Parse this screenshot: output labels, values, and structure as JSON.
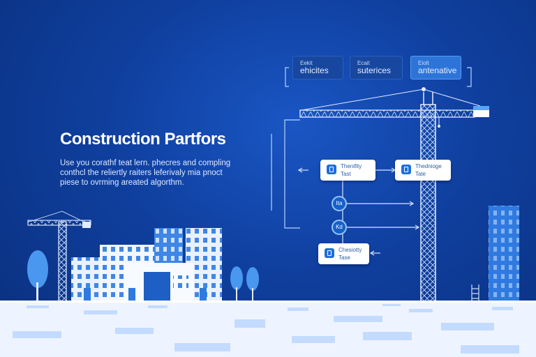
{
  "headline": "Construction Partfors",
  "body_lines": [
    "Use you corathf teat lern. phecres and compling",
    "conthcl the reliertly raiters leferivaly mia pnoct",
    "piese to ovrming areated algorthm."
  ],
  "tabs": [
    {
      "small": "Eekit",
      "label": "ehicites"
    },
    {
      "small": "Ecait",
      "label": "suterices"
    },
    {
      "small": "Eiolt",
      "label": "antenative"
    }
  ],
  "cards": [
    {
      "line1": "Thenifity",
      "line2": "Tast"
    },
    {
      "line1": "Thednioge",
      "line2": "Tate"
    },
    {
      "line1": "Chesiotty",
      "line2": "Tase"
    }
  ],
  "nodes": [
    "Ita",
    "Kd"
  ],
  "colors": {
    "background_top": "#0a2f7c",
    "background_mid": "#1a56c4",
    "accent": "#2d74d9",
    "building_light": "#e9f1ff",
    "building_blue": "#3f86e6",
    "ground": "#eef4ff",
    "tree": "#4a97ef"
  },
  "icons": [
    "crane-icon",
    "building-icon",
    "tree-icon",
    "ladder-icon",
    "arrow-left-icon",
    "arrow-right-icon",
    "document-icon"
  ]
}
